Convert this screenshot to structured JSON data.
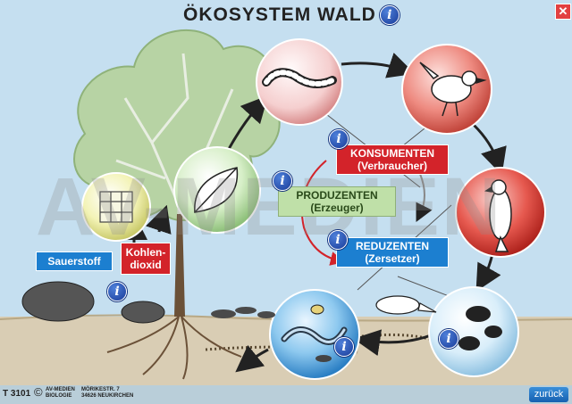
{
  "title": "ÖKOSYSTEM WALD",
  "close_label": "✕",
  "watermark": "AV-MEDIEN",
  "labels": {
    "konsumenten": "KONSUMENTEN",
    "konsumenten_sub": "(Verbraucher)",
    "produzenten": "PRODUZENTEN",
    "produzenten_sub": "(Erzeuger)",
    "reduzenten": "REDUZENTEN",
    "reduzenten_sub": "(Zersetzer)",
    "sauerstoff": "Sauerstoff",
    "kohlendioxid_1": "Kohlen-",
    "kohlendioxid_2": "dioxid"
  },
  "info_glyph": "i",
  "footer": {
    "code": "T 3101",
    "copyright": "©",
    "publisher": "AV-MEDIEN",
    "subject": "BIOLOGIE",
    "street": "MÖRIKESTR. 7",
    "city": "34626  NEUKIRCHEN",
    "back_label": "zurück"
  },
  "icons": [
    "info-icon",
    "close-icon",
    "caterpillar-icon",
    "bird-icon",
    "hawk-icon",
    "beetle-icon",
    "worm-icon",
    "leaf-icon",
    "plant-cell-icon",
    "hedgehog-icon"
  ],
  "colors": {
    "sky": "#c5dff0",
    "ground": "#d9cdb4",
    "red_label": "#d3232a",
    "blue_label": "#1c7fd0",
    "green_label": "#bfe0a8",
    "info_blue": "#1a3c99"
  }
}
